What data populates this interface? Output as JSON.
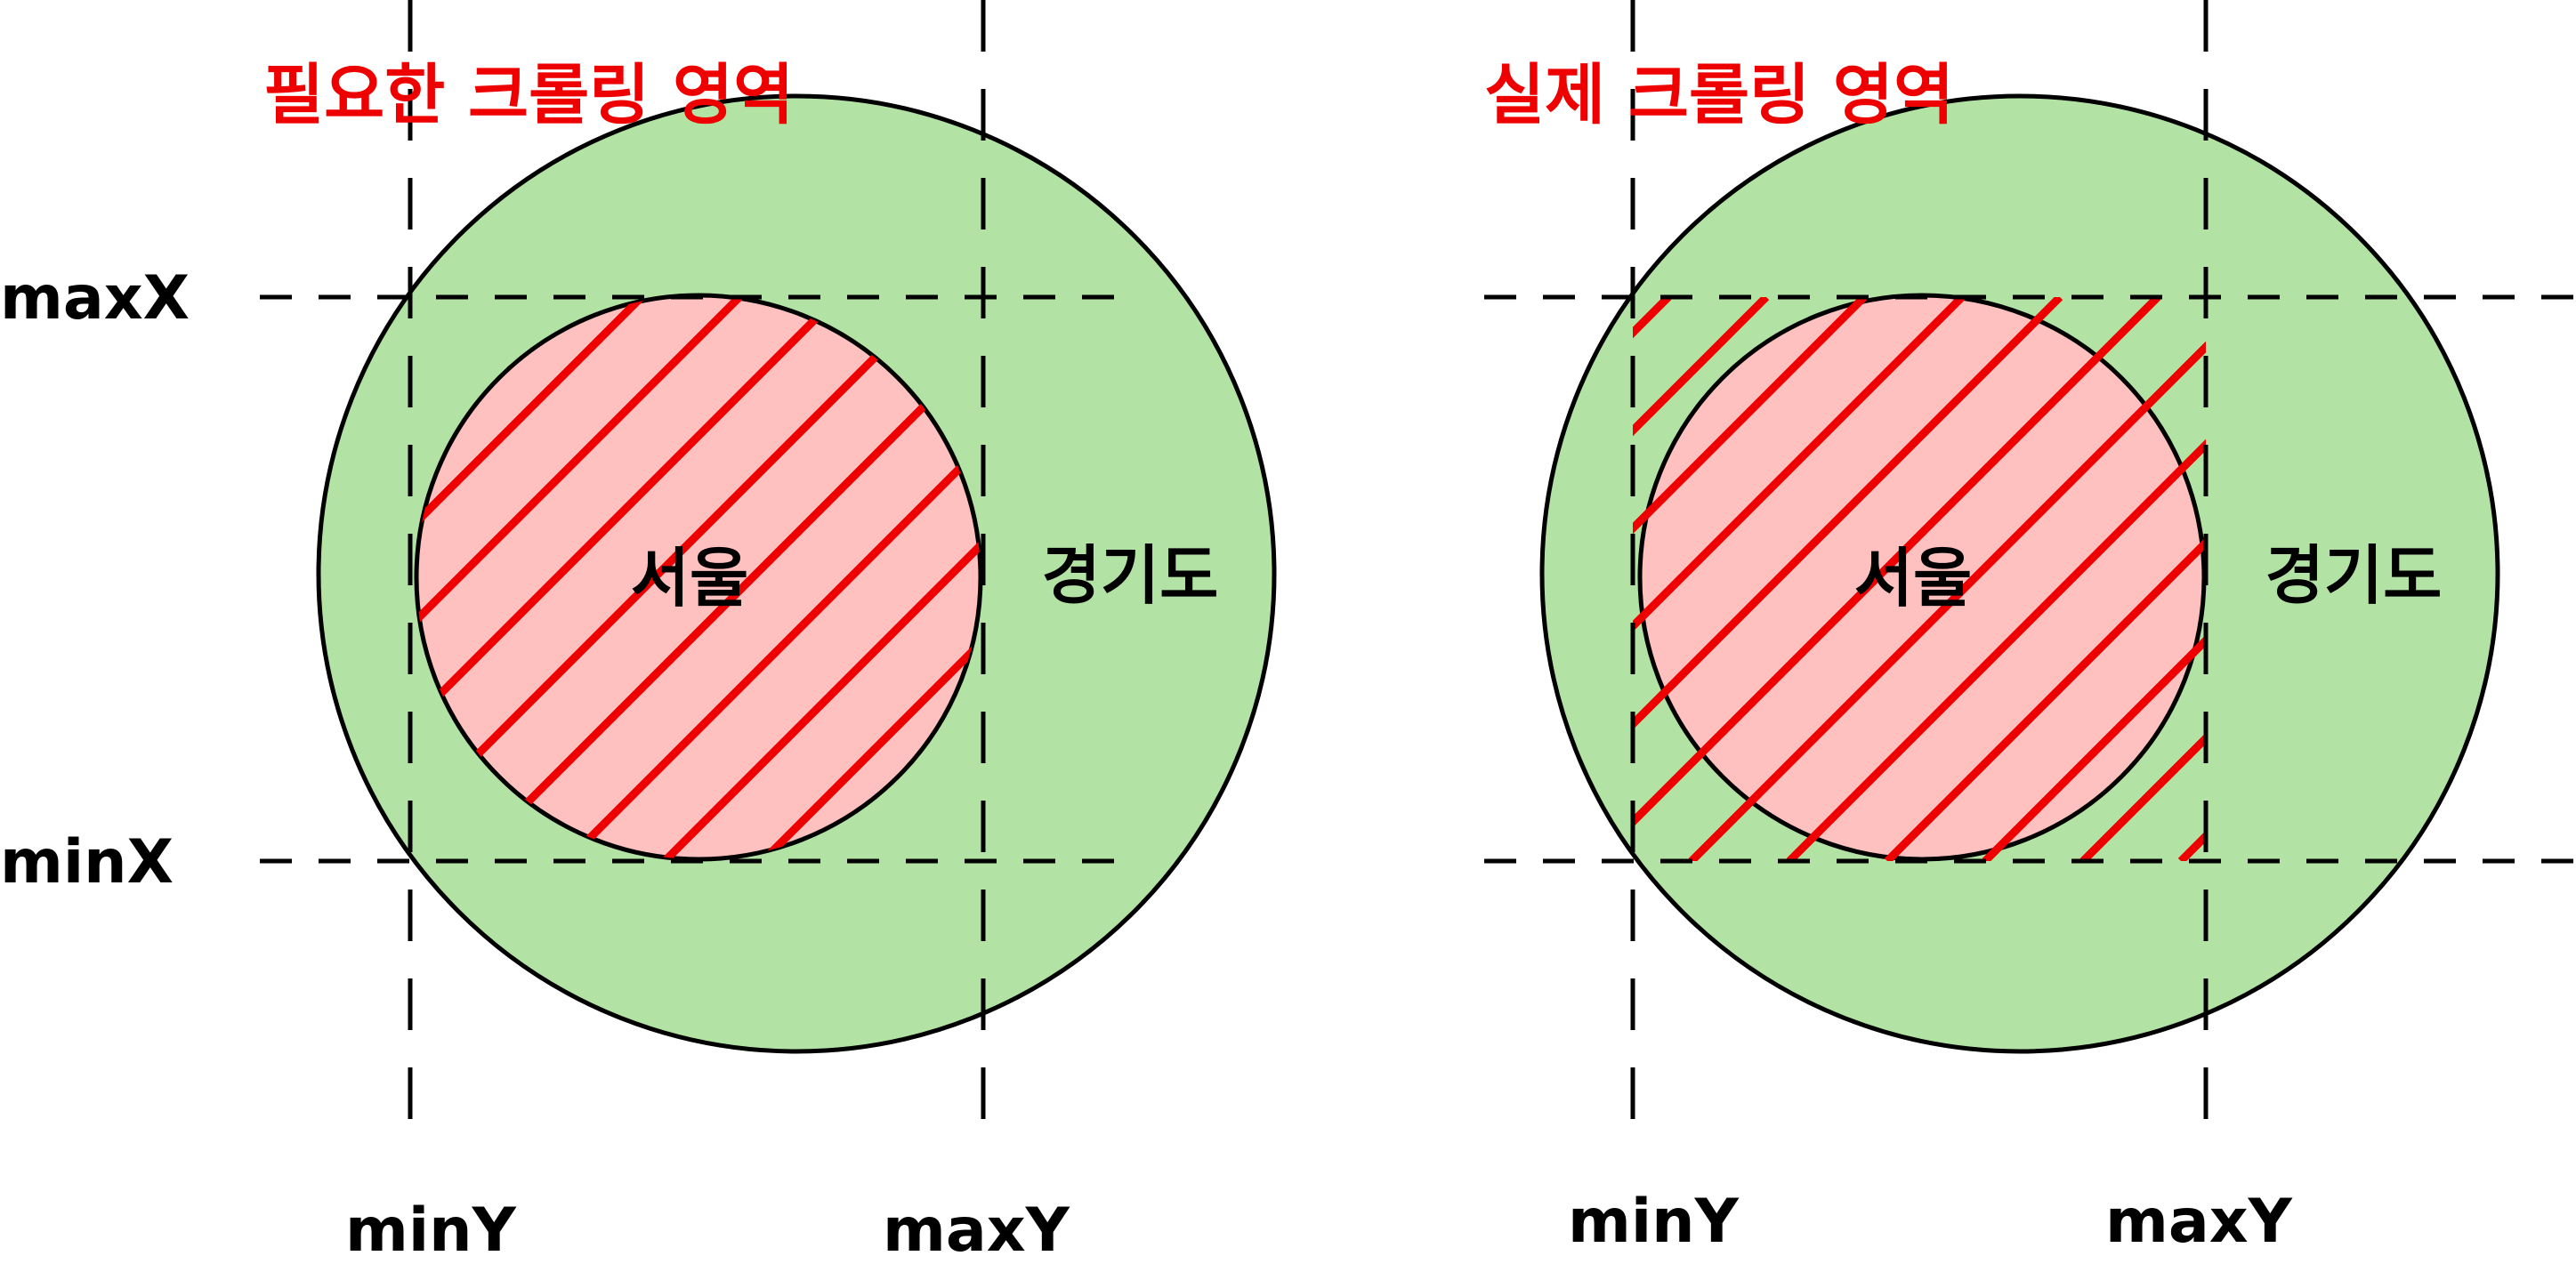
{
  "colors": {
    "outer_fill": "#b3e3a4",
    "inner_fill": "#ffc0c0",
    "hatch": "#ee0000",
    "title": "#ee0000",
    "stroke": "#000000"
  },
  "panels": [
    {
      "title": "필요한 크롤링 영역",
      "outer_label": "경기도",
      "inner_label": "서울",
      "y_axis_labels": {
        "max": "maxX",
        "min": "minX"
      },
      "x_axis_labels": {
        "min": "minY",
        "max": "maxY"
      },
      "hatch_scope": "inner-circle"
    },
    {
      "title": "실제 크롤링 영역",
      "outer_label": "경기도",
      "inner_label": "서울",
      "x_axis_labels": {
        "min": "minY",
        "max": "maxY"
      },
      "hatch_scope": "bounding-box"
    }
  ]
}
